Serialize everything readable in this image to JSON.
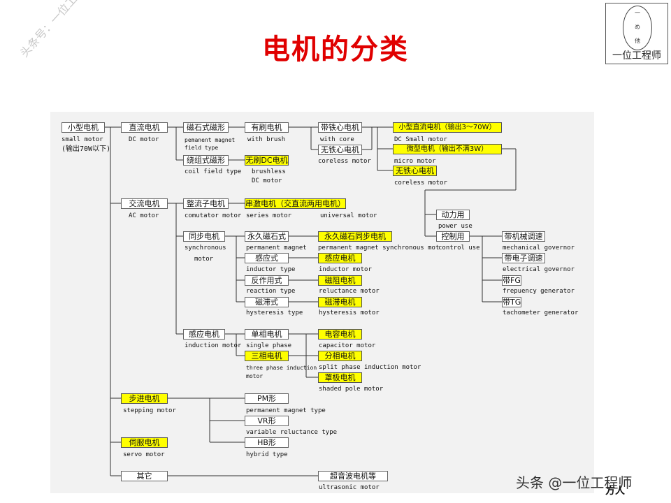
{
  "title": "电机的分类",
  "logo": {
    "text": "一位工程师",
    "circle_chars": [
      "一",
      "め",
      "他"
    ]
  },
  "watermark_diagonal": "头条号：一位工程师",
  "watermark_footer": "头条 @一位工程师",
  "watermark_footer_overlap": "方人",
  "nodes": {
    "small_motor": "小型电机",
    "dc_motor": "直流电机",
    "pm_field": "磁石式磁形",
    "coil_field": "绕组式磁形",
    "brush": "有刷电机",
    "brushless_dc": "无刷DC电机",
    "iron_core": "带铁心电机",
    "coreless": "无铁心电机",
    "small_dc": "小型直流电机（输出3～70W）",
    "micro": "微型电机（输出不满3W）",
    "coreless2": "无铁心电机",
    "power_use": "动力用",
    "control_use": "控制用",
    "mech_gov": "带机械调速",
    "elec_gov": "带电子调速",
    "fg": "带FG",
    "tg": "带TG",
    "ac_motor": "交流电机",
    "commutator": "整流子电机",
    "series": "串激电机（交直流两用电机）",
    "synchronous": "同步电机",
    "perm_magnet": "永久磁石式",
    "pm_sync": "永久磁石同步电机",
    "inductor_type": "感应式",
    "inductor_motor": "感应电机",
    "reaction": "反作用式",
    "reluctance": "磁阻电机",
    "hysteresis_type": "磁滞式",
    "hysteresis_motor": "磁滞电机",
    "induction": "感应电机",
    "single_phase": "单相电机",
    "capacitor": "电容电机",
    "three_phase": "三相电机",
    "split_phase": "分相电机",
    "shaded_pole": "罩极电机",
    "stepping": "步进电机",
    "pm_shape": "PM形",
    "vr_shape": "VR形",
    "hb_shape": "HB形",
    "servo": "伺服电机",
    "other": "其它",
    "ultrasonic": "超音波电机等"
  },
  "labels": {
    "small_motor_1": "small motor",
    "small_motor_2": "(输出70W以下)",
    "dc_motor": "DC motor",
    "pm_field_1": "pemanent magnet",
    "pm_field_2": "field type",
    "coil_field": "coil field type",
    "brush": "with brush",
    "brushless_1": "brushless",
    "brushless_2": "DC motor",
    "iron_core": "with core",
    "coreless": "coreless motor",
    "small_dc": "DC Small motor",
    "micro": "micro motor",
    "coreless2": "coreless motor",
    "power_use": "power use",
    "control_use": "control use",
    "mech_gov": "mechanical governor",
    "elec_gov": "electrical governor",
    "fg": "frepuency generator",
    "tg": "tachometer generator",
    "ac_motor": "AC motor",
    "commutator": "comutator motor",
    "series": "series motor",
    "universal": "universal motor",
    "synchronous_1": "synchronous",
    "synchronous_2": "motor",
    "perm_magnet": "permanent magnet",
    "pm_sync": "permanent magnet synchronous mot",
    "inductor_type": "inductor type",
    "inductor_motor": "inductor motor",
    "reaction": "reaction type",
    "reluctance": "reluctance motor",
    "hysteresis_type": "hysteresis type",
    "hysteresis_motor": "hysteresis motor",
    "induction": "induction motor",
    "single_phase": "single phase",
    "capacitor": "capacitor motor",
    "three_phase_1": "three phase induction",
    "three_phase_2": "motor",
    "split_phase": "split phase induction motor",
    "shaded_pole": "shaded pole motor",
    "stepping": "stepping motor",
    "pm_shape": "permanent magnet type",
    "vr_shape": "variable reluctance type",
    "hb_shape": "hybrid type",
    "servo": "servo motor",
    "ultrasonic": "ultrasonic motor"
  },
  "colors": {
    "title": "#e00000",
    "highlight": "#ffff00",
    "panel": "#f2f2f2",
    "line": "#333333"
  }
}
